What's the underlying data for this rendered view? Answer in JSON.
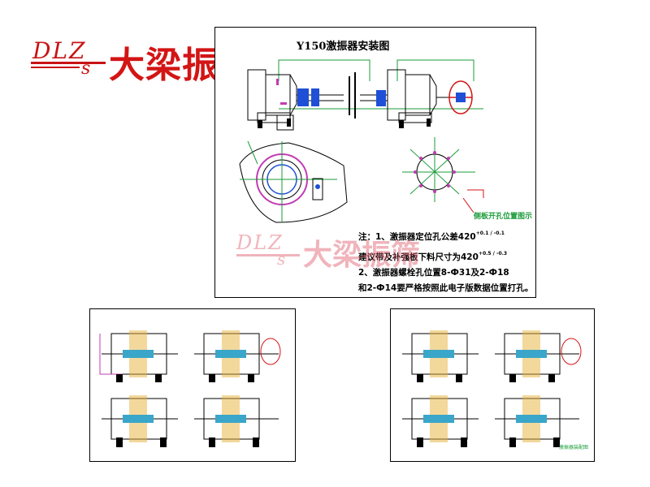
{
  "logo": {
    "dlz": "DLZ",
    "s": "s",
    "cn": "大梁振筛"
  },
  "main_sheet": {
    "title": "Y150激振器安装图",
    "notes": [
      "注：1、激振器定位孔公差420",
      "建议带及补强板下料尺寸为420",
      "2、激振器螺栓孔位置8-Ф31及2-Ф18",
      "和2-Ф14要严格按照此电子版数据位置打孔。"
    ],
    "tol1": "+0.1 / -0.1",
    "tol2": "+0.5 / -0.3",
    "detail_label": "侧板开孔位置图示",
    "watermark": {
      "dlz": "DLZ",
      "s": "s",
      "cn": "大梁振筛"
    }
  },
  "right_sheet": {
    "caption": "激振器装配图"
  },
  "colors": {
    "brand_red": "#d31515",
    "line_green": "#1a9b3a",
    "line_magenta": "#c23bb3",
    "line_blue": "#1f4fd6"
  }
}
